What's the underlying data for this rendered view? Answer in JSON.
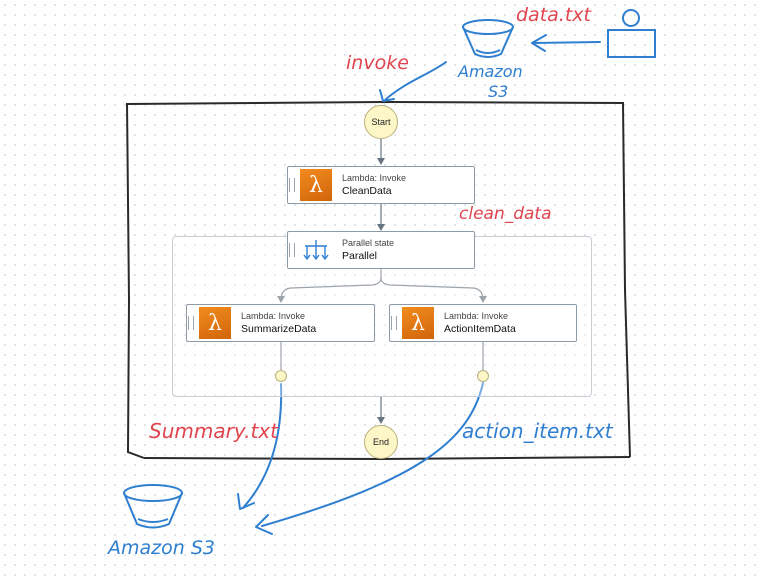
{
  "annotations": {
    "data_file": "data.txt",
    "invoke": "invoke",
    "s3_top_line1": "Amazon",
    "s3_top_line2": "S3",
    "clean_data": "clean_data",
    "summary": "Summary.txt",
    "action_item": "action_item.txt",
    "s3_bottom": "Amazon S3"
  },
  "workflow": {
    "start_label": "Start",
    "end_label": "End",
    "states": {
      "clean": {
        "type": "Lambda: Invoke",
        "name": "CleanData"
      },
      "parallel": {
        "type": "Parallel state",
        "name": "Parallel"
      },
      "summarize": {
        "type": "Lambda: Invoke",
        "name": "SummarizeData"
      },
      "action": {
        "type": "Lambda: Invoke",
        "name": "ActionItemData"
      }
    }
  },
  "colors": {
    "annotation_red": "#e0454f",
    "annotation_blue": "#2f7fd0",
    "lambda_orange": "#e8770f",
    "start_end_fill": "#fdf6c7"
  },
  "icons": {
    "bucket": "bucket-icon",
    "user": "user-icon",
    "lambda": "lambda-icon",
    "parallel": "parallel-icon"
  }
}
